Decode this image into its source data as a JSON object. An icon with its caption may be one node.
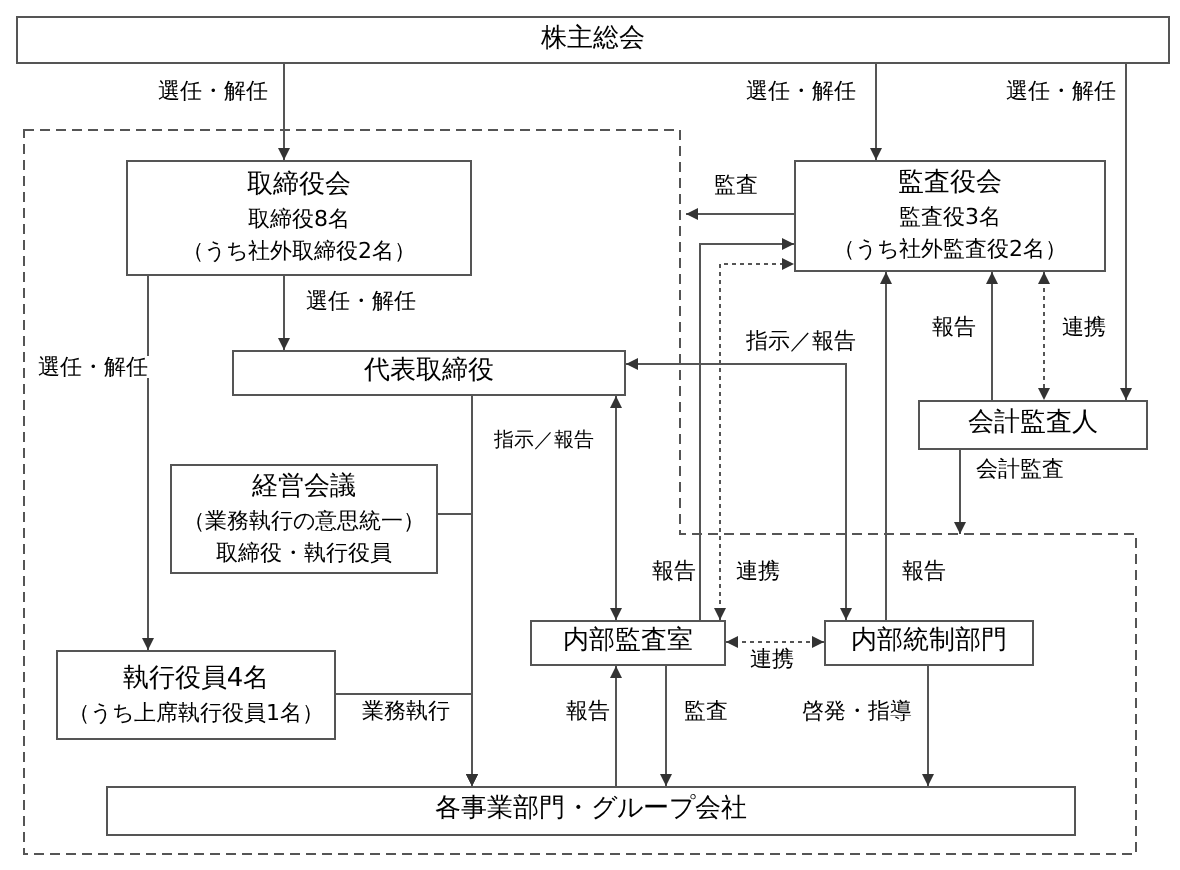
{
  "diagram": {
    "nodes": [
      {
        "text": [
          "株主総会"
        ]
      },
      {
        "text": [
          "取締役会",
          "取締役8名",
          "（うち社外取締役2名）"
        ]
      },
      {
        "text": [
          "監査役会",
          "監査役3名",
          "（うち社外監査役2名）"
        ]
      },
      {
        "text": [
          "代表取締役"
        ]
      },
      {
        "text": [
          "会計監査人"
        ]
      },
      {
        "text": [
          "経営会議",
          "（業務執行の意思統一）",
          "取締役・執行役員"
        ]
      },
      {
        "text": [
          "執行役員4名",
          "（うち上席執行役員1名）"
        ]
      },
      {
        "text": [
          "内部監査室"
        ]
      },
      {
        "text": [
          "内部統制部門"
        ]
      },
      {
        "text": [
          "各事業部門・グループ会社"
        ]
      }
    ],
    "edges": [
      {
        "from": 0,
        "to": 1,
        "arrow": "to",
        "label": "選任・解任"
      },
      {
        "from": 0,
        "to": 2,
        "arrow": "to",
        "label": "選任・解任"
      },
      {
        "from": 0,
        "to": 4,
        "arrow": "to",
        "label": "選任・解任"
      },
      {
        "from": 1,
        "to": 3,
        "arrow": "to",
        "label": "選任・解任"
      },
      {
        "from": 1,
        "to": 6,
        "arrow": "to",
        "label": "選任・解任"
      },
      {
        "from": 2,
        "to": null,
        "arrow": "to",
        "label": "監査"
      },
      {
        "from": 7,
        "to": 2,
        "arrow": "to",
        "label": "報告"
      },
      {
        "from": 7,
        "to": 2,
        "arrow": "both",
        "label": "連携",
        "style": "dashed"
      },
      {
        "from": 3,
        "to": 7,
        "arrow": "both",
        "label": "指示／報告"
      },
      {
        "from": 3,
        "to": 8,
        "arrow": "both",
        "label": "指示／報告"
      },
      {
        "from": 8,
        "to": 2,
        "arrow": "to",
        "label": "報告"
      },
      {
        "from": 4,
        "to": 2,
        "arrow": "to",
        "label": "報告"
      },
      {
        "from": 2,
        "to": 4,
        "arrow": "both",
        "label": "連携",
        "style": "dashed"
      },
      {
        "from": 4,
        "to": null,
        "arrow": "to",
        "label": "会計監査"
      },
      {
        "from": 7,
        "to": 8,
        "arrow": "both",
        "label": "連携",
        "style": "dashed"
      },
      {
        "from": 7,
        "to": 9,
        "arrow": "to",
        "label": "監査"
      },
      {
        "from": 9,
        "to": 7,
        "arrow": "to",
        "label": "報告"
      },
      {
        "from": 8,
        "to": 9,
        "arrow": "to",
        "label": "啓発・指導"
      },
      {
        "from": 3,
        "to": 9,
        "arrow": "to"
      },
      {
        "from": 5,
        "to": 9,
        "arrow": "to"
      },
      {
        "from": 6,
        "to": 9,
        "arrow": "to",
        "label": "業務執行"
      }
    ]
  }
}
